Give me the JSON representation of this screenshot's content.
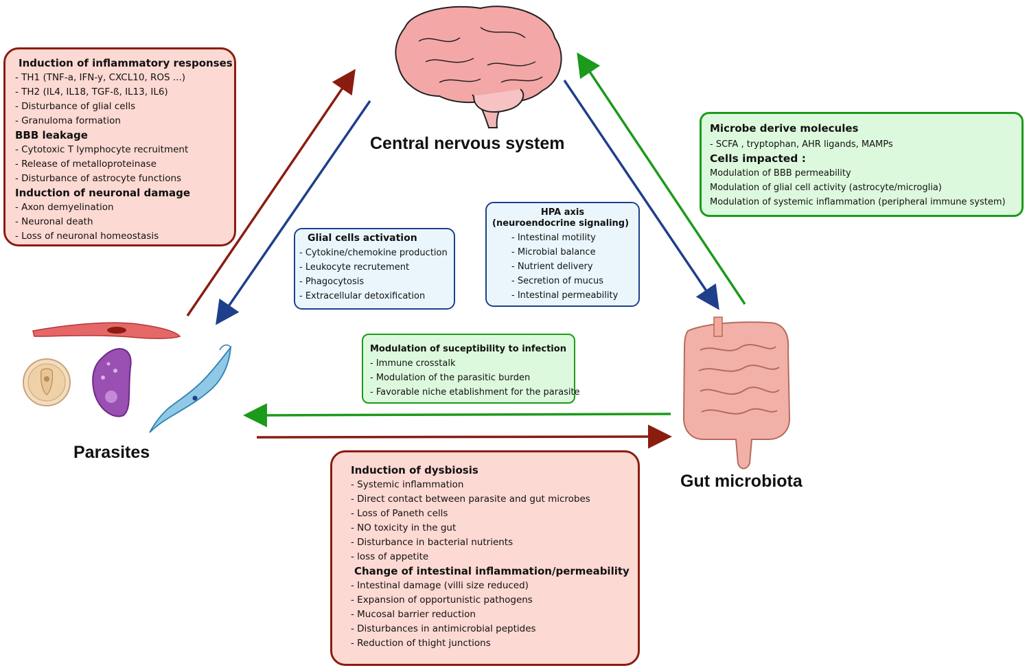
{
  "nodes": {
    "cns": "Central nervous system",
    "parasites": "Parasites",
    "gut": "Gut microbiota"
  },
  "box_parasite_cns": {
    "heading1": "Induction of inflammatory responses",
    "items1": [
      "- TH1 (TNF-a, IFN-y, CXCL10, ROS ...)",
      "- TH2 (IL4, IL18, TGF-ß, IL13, IL6)",
      "- Disturbance of glial cells",
      "- Granuloma formation"
    ],
    "heading2": "BBB leakage",
    "items2": [
      "- Cytotoxic T lymphocyte recruitment",
      "- Release of metalloproteinase",
      "- Disturbance of astrocyte functions"
    ],
    "heading3": "Induction of neuronal damage",
    "items3": [
      "- Axon demyelination",
      "- Neuronal death",
      "- Loss of neuronal homeostasis"
    ]
  },
  "box_glial": {
    "heading": "Glial cells activation",
    "items": [
      "- Cytokine/chemokine production",
      "- Leukocyte recrutement",
      "- Phagocytosis",
      "- Extracellular detoxification"
    ]
  },
  "box_hpa": {
    "heading1": "HPA axis",
    "heading2": "(neuroendocrine signaling)",
    "items": [
      "- Intestinal motility",
      "- Microbial balance",
      "- Nutrient delivery",
      "- Secretion of mucus",
      "- Intestinal permeability"
    ]
  },
  "box_microbe": {
    "heading1": "Microbe derive molecules",
    "item0": "- SCFA , tryptophan, AHR ligands, MAMPs",
    "heading2": "Cells impacted :",
    "items": [
      "Modulation of BBB permeability",
      "Modulation of glial cell activity (astrocyte/microglia)",
      "Modulation of systemic inflammation (peripheral immune system)"
    ]
  },
  "box_susceptibility": {
    "heading": "Modulation of suceptibility to infection",
    "items": [
      "- Immune crosstalk",
      "- Modulation of the parasitic burden",
      "- Favorable niche etablishment for the parasite"
    ]
  },
  "box_dysbiosis": {
    "heading1": "Induction of dysbiosis",
    "items1": [
      "- Systemic inflammation",
      "- Direct contact between parasite and gut microbes",
      "- Loss of Paneth cells",
      "- NO toxicity in the gut",
      "- Disturbance in bacterial nutrients",
      "- loss of appetite"
    ],
    "heading2": "Change of intestinal inflammation/permeability",
    "items2": [
      "- Intestinal damage (villi size reduced)",
      "- Expansion of opportunistic pathogens",
      "- Mucosal barrier reduction",
      "- Disturbances in antimicrobial peptides",
      "- Reduction of thight junctions"
    ]
  },
  "icons": [
    "brain-icon",
    "intestine-icon",
    "trypanosome-icon",
    "toxoplasma-icon",
    "cyst-icon",
    "elongated-parasite-icon"
  ],
  "colors": {
    "red": "#8b1c10",
    "green": "#1b9a1b",
    "blue": "#1f3f8a",
    "red_fill": "#fdd9d3",
    "green_fill": "#ddf9dd",
    "blue_fill": "#eaf6fb"
  }
}
